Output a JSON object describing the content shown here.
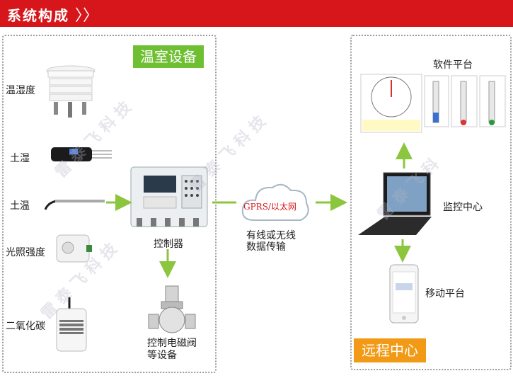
{
  "header": {
    "title": "系统构成",
    "chevrons": "〉〉"
  },
  "greenhouse": {
    "tag": "温室设备",
    "sensors": [
      "温湿度",
      "土湿",
      "土温",
      "光照强度",
      "二氧化碳"
    ],
    "controller": "控制器",
    "valve": "控制电磁阀\n等设备"
  },
  "network": {
    "cloud_label": "GPRS/以太网",
    "caption_line1": "有线或无线",
    "caption_line2": "数据传输"
  },
  "remote": {
    "tag": "远程中心",
    "software": "软件平台",
    "monitor": "监控中心",
    "mobile": "移动平台"
  },
  "colors": {
    "header": "#d7161b",
    "green_tag": "#6fbf33",
    "orange_tag": "#f29a16",
    "arrow": "#8cc63f"
  }
}
